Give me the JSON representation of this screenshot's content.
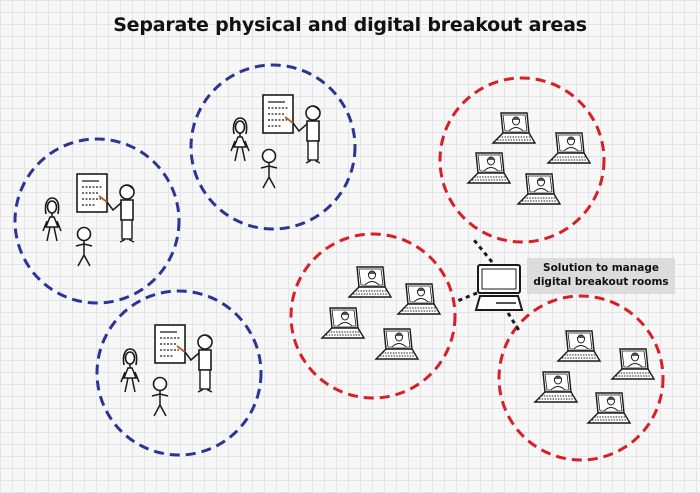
{
  "title": "Separate physical and digital breakout areas",
  "callout": {
    "line1": "Solution to manage",
    "line2": "digital breakout rooms"
  },
  "colors": {
    "physical_ring": "#2b3595",
    "digital_ring": "#d61f26",
    "ink": "#1a1a1a"
  },
  "physical_groups": [
    {
      "id": "physical-group-1",
      "icons": [
        "woman-icon",
        "man-icon",
        "presenter-icon",
        "flipchart-icon"
      ]
    },
    {
      "id": "physical-group-2",
      "icons": [
        "woman-icon",
        "man-icon",
        "presenter-icon",
        "flipchart-icon"
      ]
    },
    {
      "id": "physical-group-3",
      "icons": [
        "woman-icon",
        "man-icon",
        "presenter-icon",
        "flipchart-icon"
      ]
    }
  ],
  "digital_groups": [
    {
      "id": "digital-group-1",
      "laptops": 4
    },
    {
      "id": "digital-group-2",
      "laptops": 4
    },
    {
      "id": "digital-group-3",
      "laptops": 4
    }
  ],
  "hub_icon": "computer-icon"
}
